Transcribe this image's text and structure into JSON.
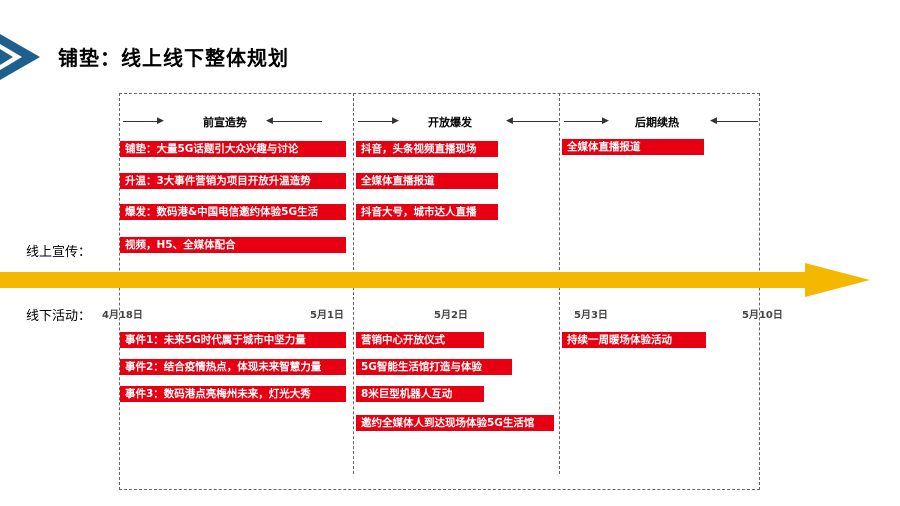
{
  "header": {
    "title": "铺垫：线上线下整体规划",
    "logo_icon": "blue-triangle-icon"
  },
  "colors": {
    "accent_red": "#e60012",
    "arrow_yellow": "#f5b800",
    "logo_blue": "#1f5f8b"
  },
  "phases": [
    {
      "label": "前宣造势"
    },
    {
      "label": "开放爆发"
    },
    {
      "label": "后期续热"
    }
  ],
  "row_labels": {
    "online": "线上宣传：",
    "offline": "线下活动："
  },
  "dates": [
    "4月18日",
    "5月1日",
    "5月2日",
    "5月3日",
    "5月10日"
  ],
  "online_tags": {
    "phase1": [
      "铺垫：大量5G话题引大众兴趣与讨论",
      "升温：3大事件营销为项目开放升温造势",
      "爆发：数码港&中国电信邀约体验5G生活",
      "视频，H5、全媒体配合"
    ],
    "phase2": [
      "抖音，头条视频直播现场",
      "全媒体直播报道",
      "抖音大号，城市达人直播"
    ],
    "phase3": [
      "全媒体直播报道"
    ]
  },
  "offline_tags": {
    "phase1": [
      "事件1：未来5G时代属于城市中坚力量",
      "事件2：结合疫情热点，体现未来智慧力量",
      "事件3：数码港点亮梅州未来，灯光大秀"
    ],
    "phase2": [
      "营销中心开放仪式",
      "5G智能生活馆打造与体验",
      "8米巨型机器人互动",
      "邀约全媒体人到达现场体验5G生活馆"
    ],
    "phase3": [
      "持续一周暖场体验活动"
    ]
  }
}
